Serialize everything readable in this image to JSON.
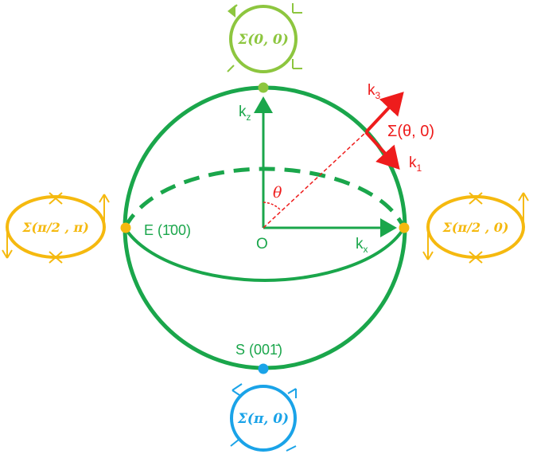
{
  "colors": {
    "sphere": "#1aa64b",
    "top_loop": "#8dc63f",
    "bottom_loop": "#1aa3e8",
    "side_loops": "#f5b90f",
    "highlight": "#ee1c1c"
  },
  "labels": {
    "kz": "k",
    "kz_sub": "z",
    "kx": "k",
    "kx_sub": "x",
    "k3": "k",
    "k3_sub": "3",
    "k1": "k",
    "k1_sub": "1",
    "origin": "O",
    "theta": "θ",
    "sigma_theta": "Σ(θ, 0)",
    "east_point": "E (1̄00)",
    "south_point": "S (001̄)"
  },
  "loops": {
    "top": "Σ(0, 0)",
    "bottom": "Σ(π, 0)",
    "left": "Σ(π/2 , π)",
    "right": "Σ(π/2 , 0)"
  }
}
